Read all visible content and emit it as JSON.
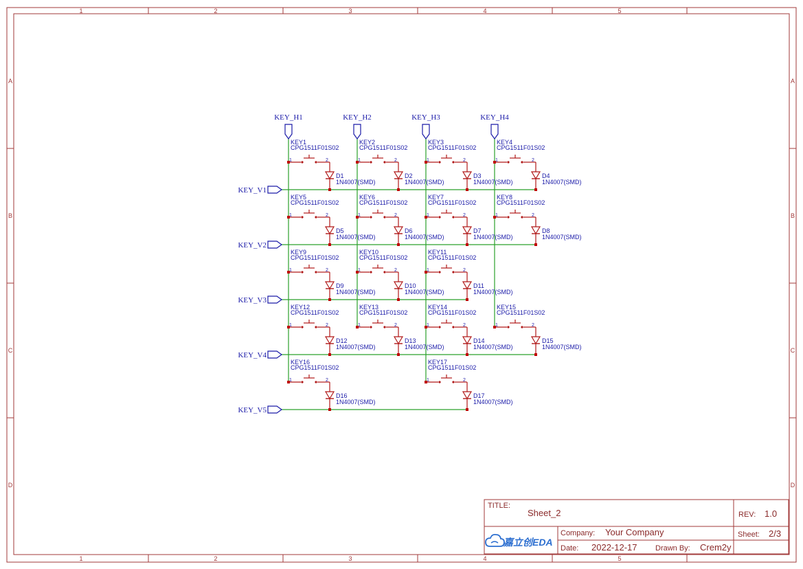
{
  "frame": {
    "columns": [
      "1",
      "2",
      "3",
      "4",
      "5"
    ],
    "rows": [
      "A",
      "B",
      "C",
      "D"
    ]
  },
  "ports_h": [
    "KEY_H1",
    "KEY_H2",
    "KEY_H3",
    "KEY_H4"
  ],
  "ports_v": [
    "KEY_V1",
    "KEY_V2",
    "KEY_V3",
    "KEY_V4",
    "KEY_V5"
  ],
  "switch_value": "CPG1511F01S02",
  "diode_value": "1N4007(SMD)",
  "pin1": "1",
  "pin2": "2",
  "cells": [
    {
      "row": 0,
      "col": 0,
      "key": "KEY1",
      "diode": "D1"
    },
    {
      "row": 0,
      "col": 1,
      "key": "KEY2",
      "diode": "D2"
    },
    {
      "row": 0,
      "col": 2,
      "key": "KEY3",
      "diode": "D3"
    },
    {
      "row": 0,
      "col": 3,
      "key": "KEY4",
      "diode": "D4"
    },
    {
      "row": 1,
      "col": 0,
      "key": "KEY5",
      "diode": "D5"
    },
    {
      "row": 1,
      "col": 1,
      "key": "KEY6",
      "diode": "D6"
    },
    {
      "row": 1,
      "col": 2,
      "key": "KEY7",
      "diode": "D7"
    },
    {
      "row": 1,
      "col": 3,
      "key": "KEY8",
      "diode": "D8"
    },
    {
      "row": 2,
      "col": 0,
      "key": "KEY9",
      "diode": "D9"
    },
    {
      "row": 2,
      "col": 1,
      "key": "KEY10",
      "diode": "D10"
    },
    {
      "row": 2,
      "col": 2,
      "key": "KEY11",
      "diode": "D11"
    },
    {
      "row": 3,
      "col": 0,
      "key": "KEY12",
      "diode": "D12"
    },
    {
      "row": 3,
      "col": 1,
      "key": "KEY13",
      "diode": "D13"
    },
    {
      "row": 3,
      "col": 2,
      "key": "KEY14",
      "diode": "D14"
    },
    {
      "row": 3,
      "col": 3,
      "key": "KEY15",
      "diode": "D15"
    },
    {
      "row": 4,
      "col": 0,
      "key": "KEY16",
      "diode": "D16"
    },
    {
      "row": 4,
      "col": 2,
      "key": "KEY17",
      "diode": "D17"
    }
  ],
  "title_block": {
    "title_label": "TITLE:",
    "title_value": "Sheet_2",
    "rev_label": "REV:",
    "rev_value": "1.0",
    "company_label": "Company:",
    "company_value": "Your Company",
    "sheet_label": "Sheet:",
    "sheet_value": "2/3",
    "date_label": "Date:",
    "date_value": "2022-12-17",
    "drawn_label": "Drawn By:",
    "drawn_value": "Crem2y",
    "logo_text": "嘉立创EDA"
  },
  "colors": {
    "frame": "#a23a3a",
    "wire": "#2aa02a",
    "component": "#b01818",
    "label": "#1a1aa8",
    "junction": "#c00000",
    "logo": "#2d6fd0"
  }
}
